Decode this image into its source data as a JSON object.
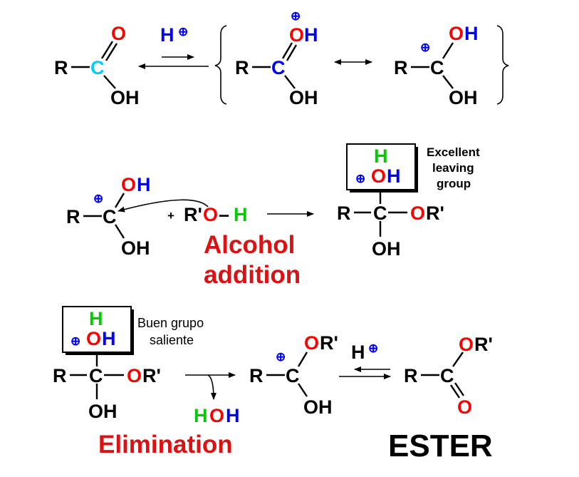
{
  "colors": {
    "black": "#000000",
    "red": "#ff0000",
    "blue": "#0000ff",
    "cyan": "#00ccff",
    "green": "#00cc00",
    "caption_red": "#dd1111"
  },
  "atoms": {
    "R": "R",
    "C": "C",
    "O": "O",
    "OH": "OH",
    "H": "H",
    "O_hydroxyl": "O",
    "H_of_OH": "H",
    "H_alone": "H",
    "dash": "–",
    "R_prime_O": "R'",
    "O_red": "O",
    "H_green": "H",
    "OR_prime": "OR'",
    "OR_O": "O",
    "OR_R": "R'",
    "HOH": "HOH",
    "HOH_H1": "H",
    "HOH_O": "O",
    "HOH_H2": "H",
    "plus_sign": "+",
    "cation": "⊕"
  },
  "labels": {
    "excellent_leaving_group": [
      "Excellent",
      "leaving",
      "group"
    ],
    "buen_grupo_saliente": [
      "Buen grupo",
      "saliente"
    ],
    "alcohol_addition": [
      "Alcohol",
      "addition"
    ],
    "elimination": "Elimination",
    "ester": "ESTER"
  },
  "icons": {
    "resonance_bracket_left": "curly-bracket-left",
    "resonance_bracket_right": "curly-bracket-right",
    "resonance_arrow": "double-headed-arrow",
    "equilibrium_arrow": "equilibrium-arrows",
    "reaction_arrow": "reaction-arrow",
    "curved_arrow": "curved-electron-arrow"
  }
}
